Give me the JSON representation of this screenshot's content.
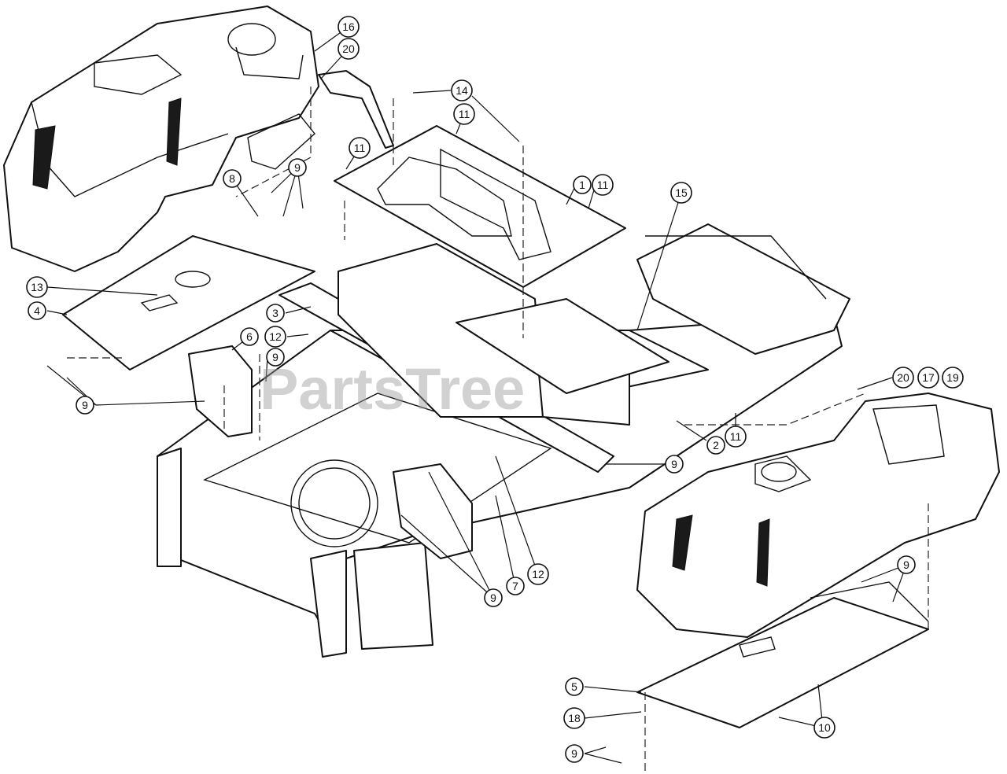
{
  "watermark": "PartsTree",
  "callouts": [
    {
      "id": "c16a",
      "label": "16"
    },
    {
      "id": "c20a",
      "label": "20"
    },
    {
      "id": "c14",
      "label": "14"
    },
    {
      "id": "c11a",
      "label": "11"
    },
    {
      "id": "c11b",
      "label": "11"
    },
    {
      "id": "c1",
      "label": "1"
    },
    {
      "id": "c11c",
      "label": "11"
    },
    {
      "id": "c9a",
      "label": "9"
    },
    {
      "id": "c8",
      "label": "8"
    },
    {
      "id": "c15",
      "label": "15"
    },
    {
      "id": "c13",
      "label": "13"
    },
    {
      "id": "c4",
      "label": "4"
    },
    {
      "id": "c3",
      "label": "3"
    },
    {
      "id": "c12a",
      "label": "12"
    },
    {
      "id": "c6",
      "label": "6"
    },
    {
      "id": "c9b",
      "label": "9"
    },
    {
      "id": "c9c",
      "label": "9"
    },
    {
      "id": "c20b",
      "label": "20"
    },
    {
      "id": "c17",
      "label": "17"
    },
    {
      "id": "c19",
      "label": "19"
    },
    {
      "id": "c2",
      "label": "2"
    },
    {
      "id": "c11d",
      "label": "11"
    },
    {
      "id": "c9d",
      "label": "9"
    },
    {
      "id": "c7",
      "label": "7"
    },
    {
      "id": "c12b",
      "label": "12"
    },
    {
      "id": "c9e",
      "label": "9"
    },
    {
      "id": "c9f",
      "label": "9"
    },
    {
      "id": "c5",
      "label": "5"
    },
    {
      "id": "c18",
      "label": "18"
    },
    {
      "id": "c10",
      "label": "10"
    },
    {
      "id": "c9g",
      "label": "9"
    }
  ]
}
